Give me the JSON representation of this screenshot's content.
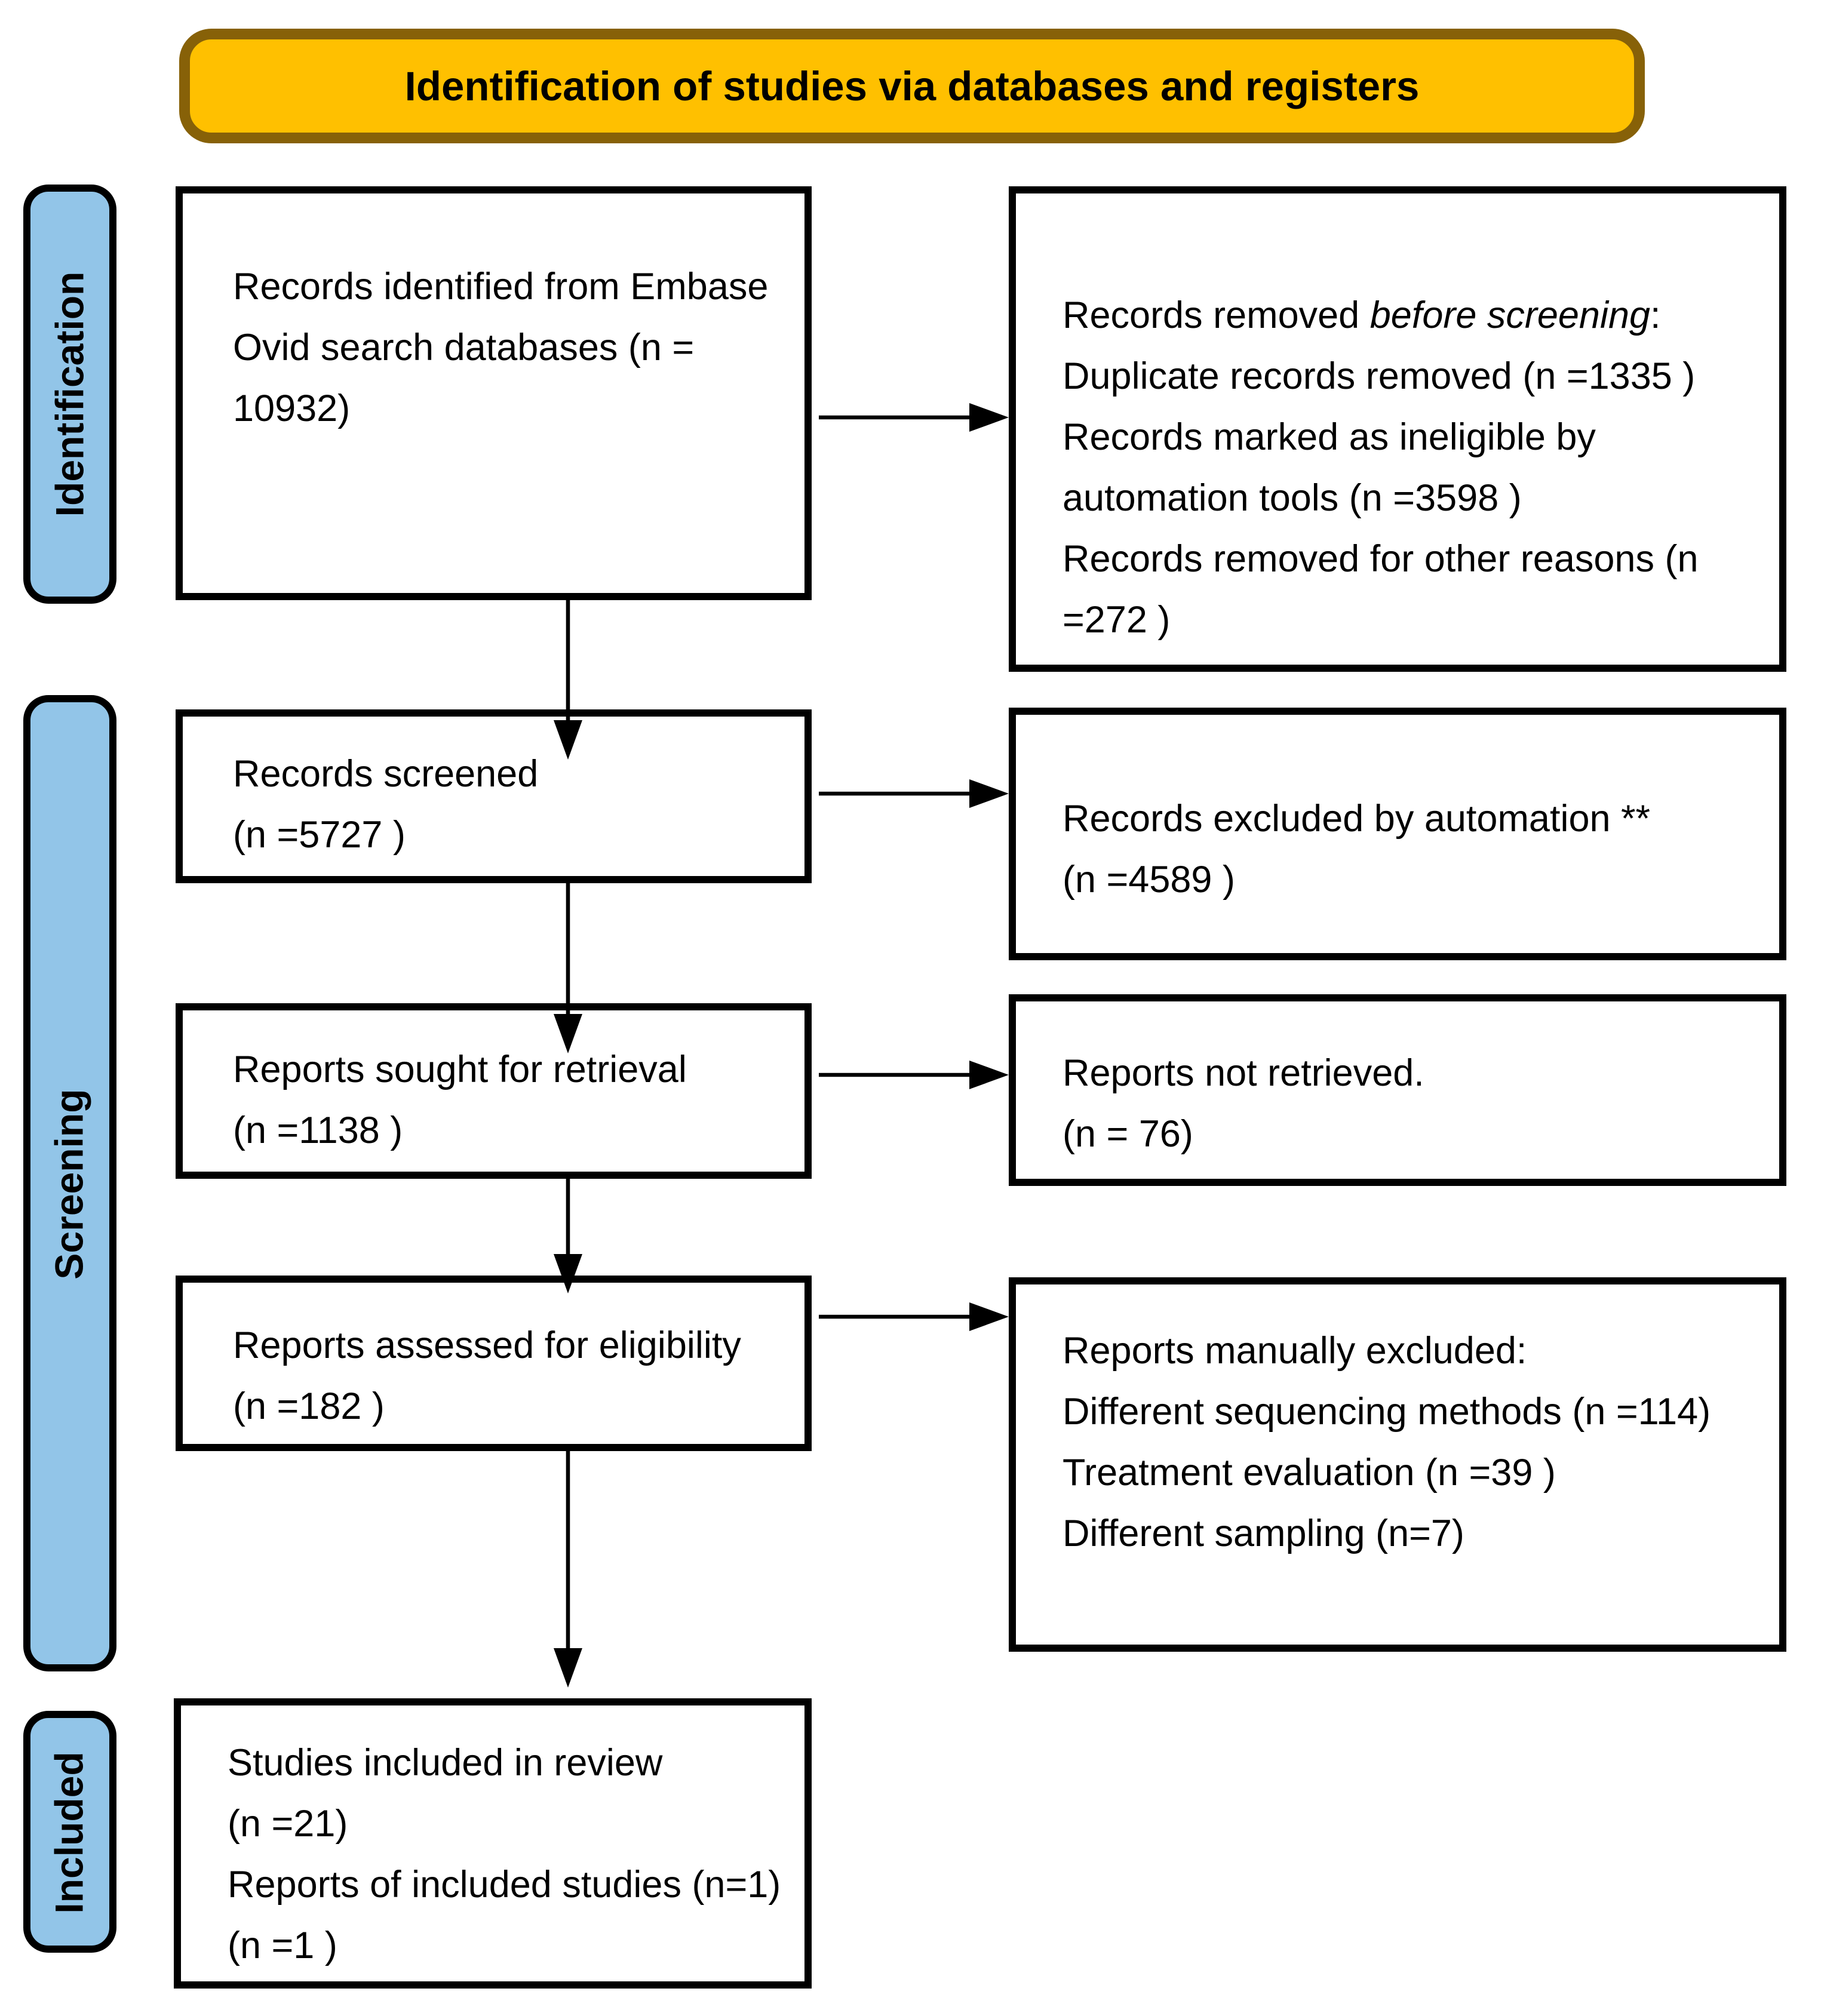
{
  "title": "Identification of studies via databases and registers",
  "colors": {
    "header_fill": "#FFC000",
    "header_border": "#876108",
    "stage_fill": "#92C5E8",
    "line_color": "#000000"
  },
  "stages": {
    "identification": "Identification",
    "screening": "Screening",
    "included": "Included"
  },
  "boxes": {
    "records_identified": {
      "lines": [
        "Records identified from Embase",
        "Ovid search databases (n =",
        "10932)"
      ]
    },
    "records_removed": {
      "lines": [
        {
          "segments": [
            {
              "text": "Records removed "
            },
            {
              "text": "before screening",
              "italic": true
            },
            {
              "text": ":"
            }
          ]
        },
        "Duplicate records removed (n =1335 )",
        "Records marked as ineligible by",
        "automation tools (n =3598 )",
        "Records removed for other reasons (n",
        "=272 )"
      ]
    },
    "records_screened": {
      "lines": [
        "Records screened",
        "(n =5727 )"
      ]
    },
    "records_excluded_automation": {
      "lines": [
        "Records excluded by automation **",
        "(n =4589 )"
      ]
    },
    "reports_sought": {
      "lines": [
        "Reports sought for retrieval",
        "(n =1138 )"
      ]
    },
    "reports_not_retrieved": {
      "lines": [
        "Reports not retrieved.",
        "(n = 76)"
      ]
    },
    "reports_assessed": {
      "lines": [
        "Reports assessed for eligibility",
        "(n =182 )"
      ]
    },
    "reports_manually_excluded": {
      "lines": [
        "Reports manually excluded:",
        "Different sequencing methods (n =114)",
        "Treatment evaluation (n =39 )",
        "Different sampling (n=7)"
      ]
    },
    "studies_included": {
      "lines": [
        "Studies included in review",
        "(n =21)",
        "Reports of included studies (n=1)",
        "(n =1 )"
      ]
    }
  }
}
